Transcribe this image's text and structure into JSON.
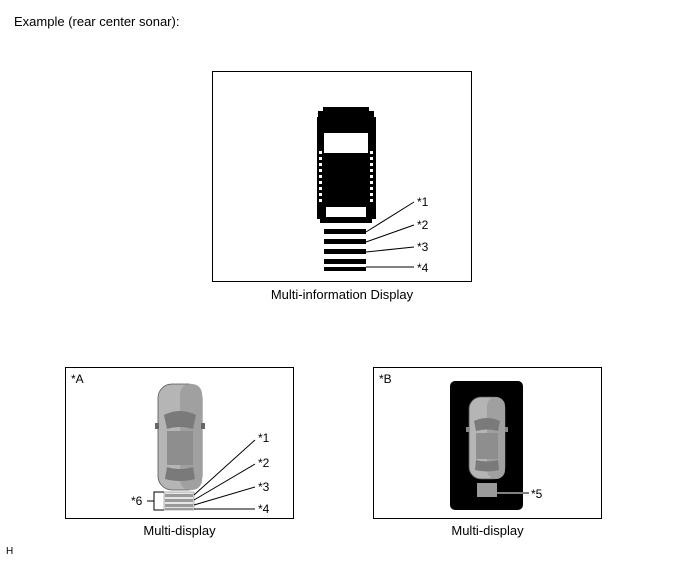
{
  "heading": "Example (rear center sonar):",
  "figure_code": "H",
  "top_panel": {
    "caption": "Multi-information Display",
    "callouts": [
      "*1",
      "*2",
      "*3",
      "*4"
    ]
  },
  "panel_a": {
    "tag": "*A",
    "caption": "Multi-display",
    "callouts": [
      "*1",
      "*2",
      "*3",
      "*4"
    ],
    "bracket_label": "*6"
  },
  "panel_b": {
    "tag": "*B",
    "caption": "Multi-display",
    "callouts": [
      "*5"
    ]
  },
  "colors": {
    "ink": "#000000",
    "car_gray": "#b5b5b5",
    "car_dark_gray": "#7a7a7a",
    "sensor_gray": "#9a9a9a"
  }
}
